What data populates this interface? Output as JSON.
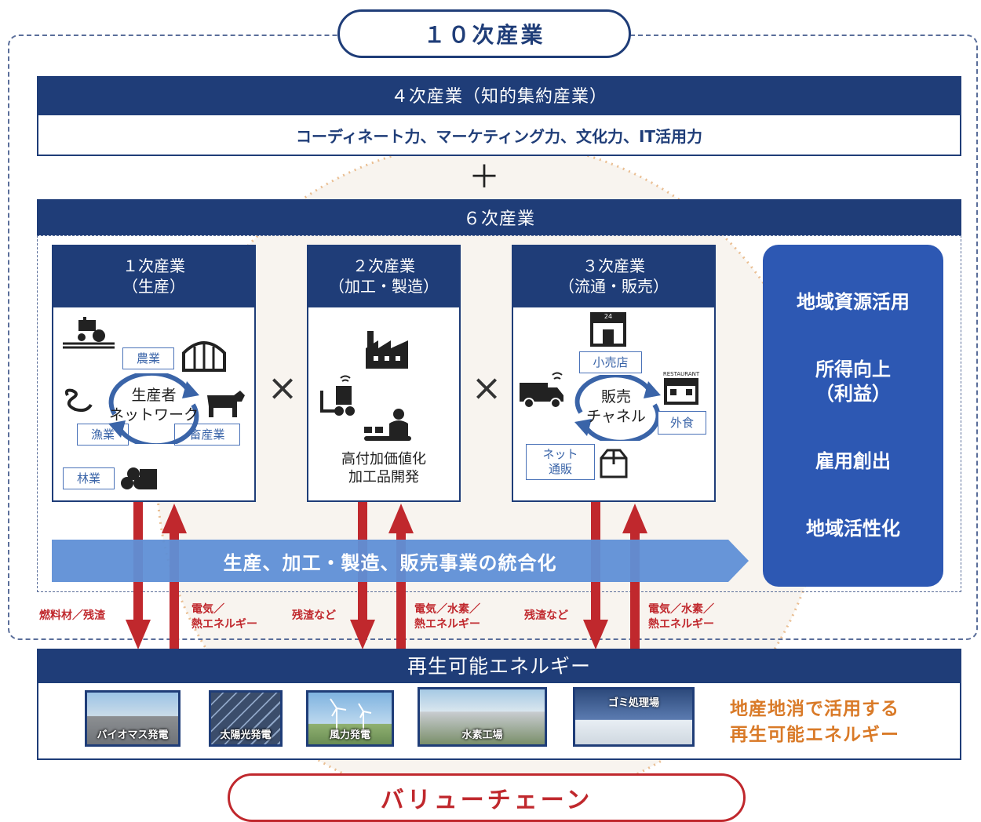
{
  "title_top": "１０次産業",
  "quaternary": {
    "header": "４次産業（知的集約産業）",
    "subtitle": "コーディネート力、マーケティング力、文化力、IT活用力"
  },
  "plus": "＋",
  "senary_header": "６次産業",
  "columns": [
    {
      "title": "１次産業",
      "sub": "（生産）",
      "tags": [
        "農業",
        "漁業",
        "畜産業",
        "林業"
      ],
      "center": "生産者\nネットワーク"
    },
    {
      "title": "２次産業",
      "sub": "（加工・製造）",
      "center": "高付加価値化\n加工品開発"
    },
    {
      "title": "３次産業",
      "sub": "（流通・販売）",
      "tags": [
        "小売店",
        "外食",
        "ネット\n通販"
      ],
      "center": "販売\nチャネル"
    }
  ],
  "multiply": "×",
  "integration_label": "生産、加工・製造、販売事業の統合化",
  "right_panel": [
    "地域資源活用",
    "所得向上\n（利益）",
    "雇用創出",
    "地域活性化"
  ],
  "flows": [
    "燃料材／残渣",
    "電気／\n熱エネルギー",
    "残渣など",
    "電気／水素／\n熱エネルギー",
    "残渣など",
    "電気／水素／\n熱エネルギー"
  ],
  "renewable_header": "再生可能エネルギー",
  "renewables": [
    "バイオマス発電",
    "太陽光発電",
    "風力発電",
    "水素工場",
    "ゴミ処理場"
  ],
  "local_energy_note": "地産地消で活用する\n再生可能エネルギー",
  "value_chain": "バリューチェーン",
  "icon_text": {
    "restaurant": "RESTAURANT",
    "store_num": "24"
  },
  "colors": {
    "navy": "#1f3d78",
    "blue_panel": "#2d58b3",
    "red": "#c0282d",
    "orange": "#d97a28",
    "arrow_light": "#5f8fd6"
  }
}
